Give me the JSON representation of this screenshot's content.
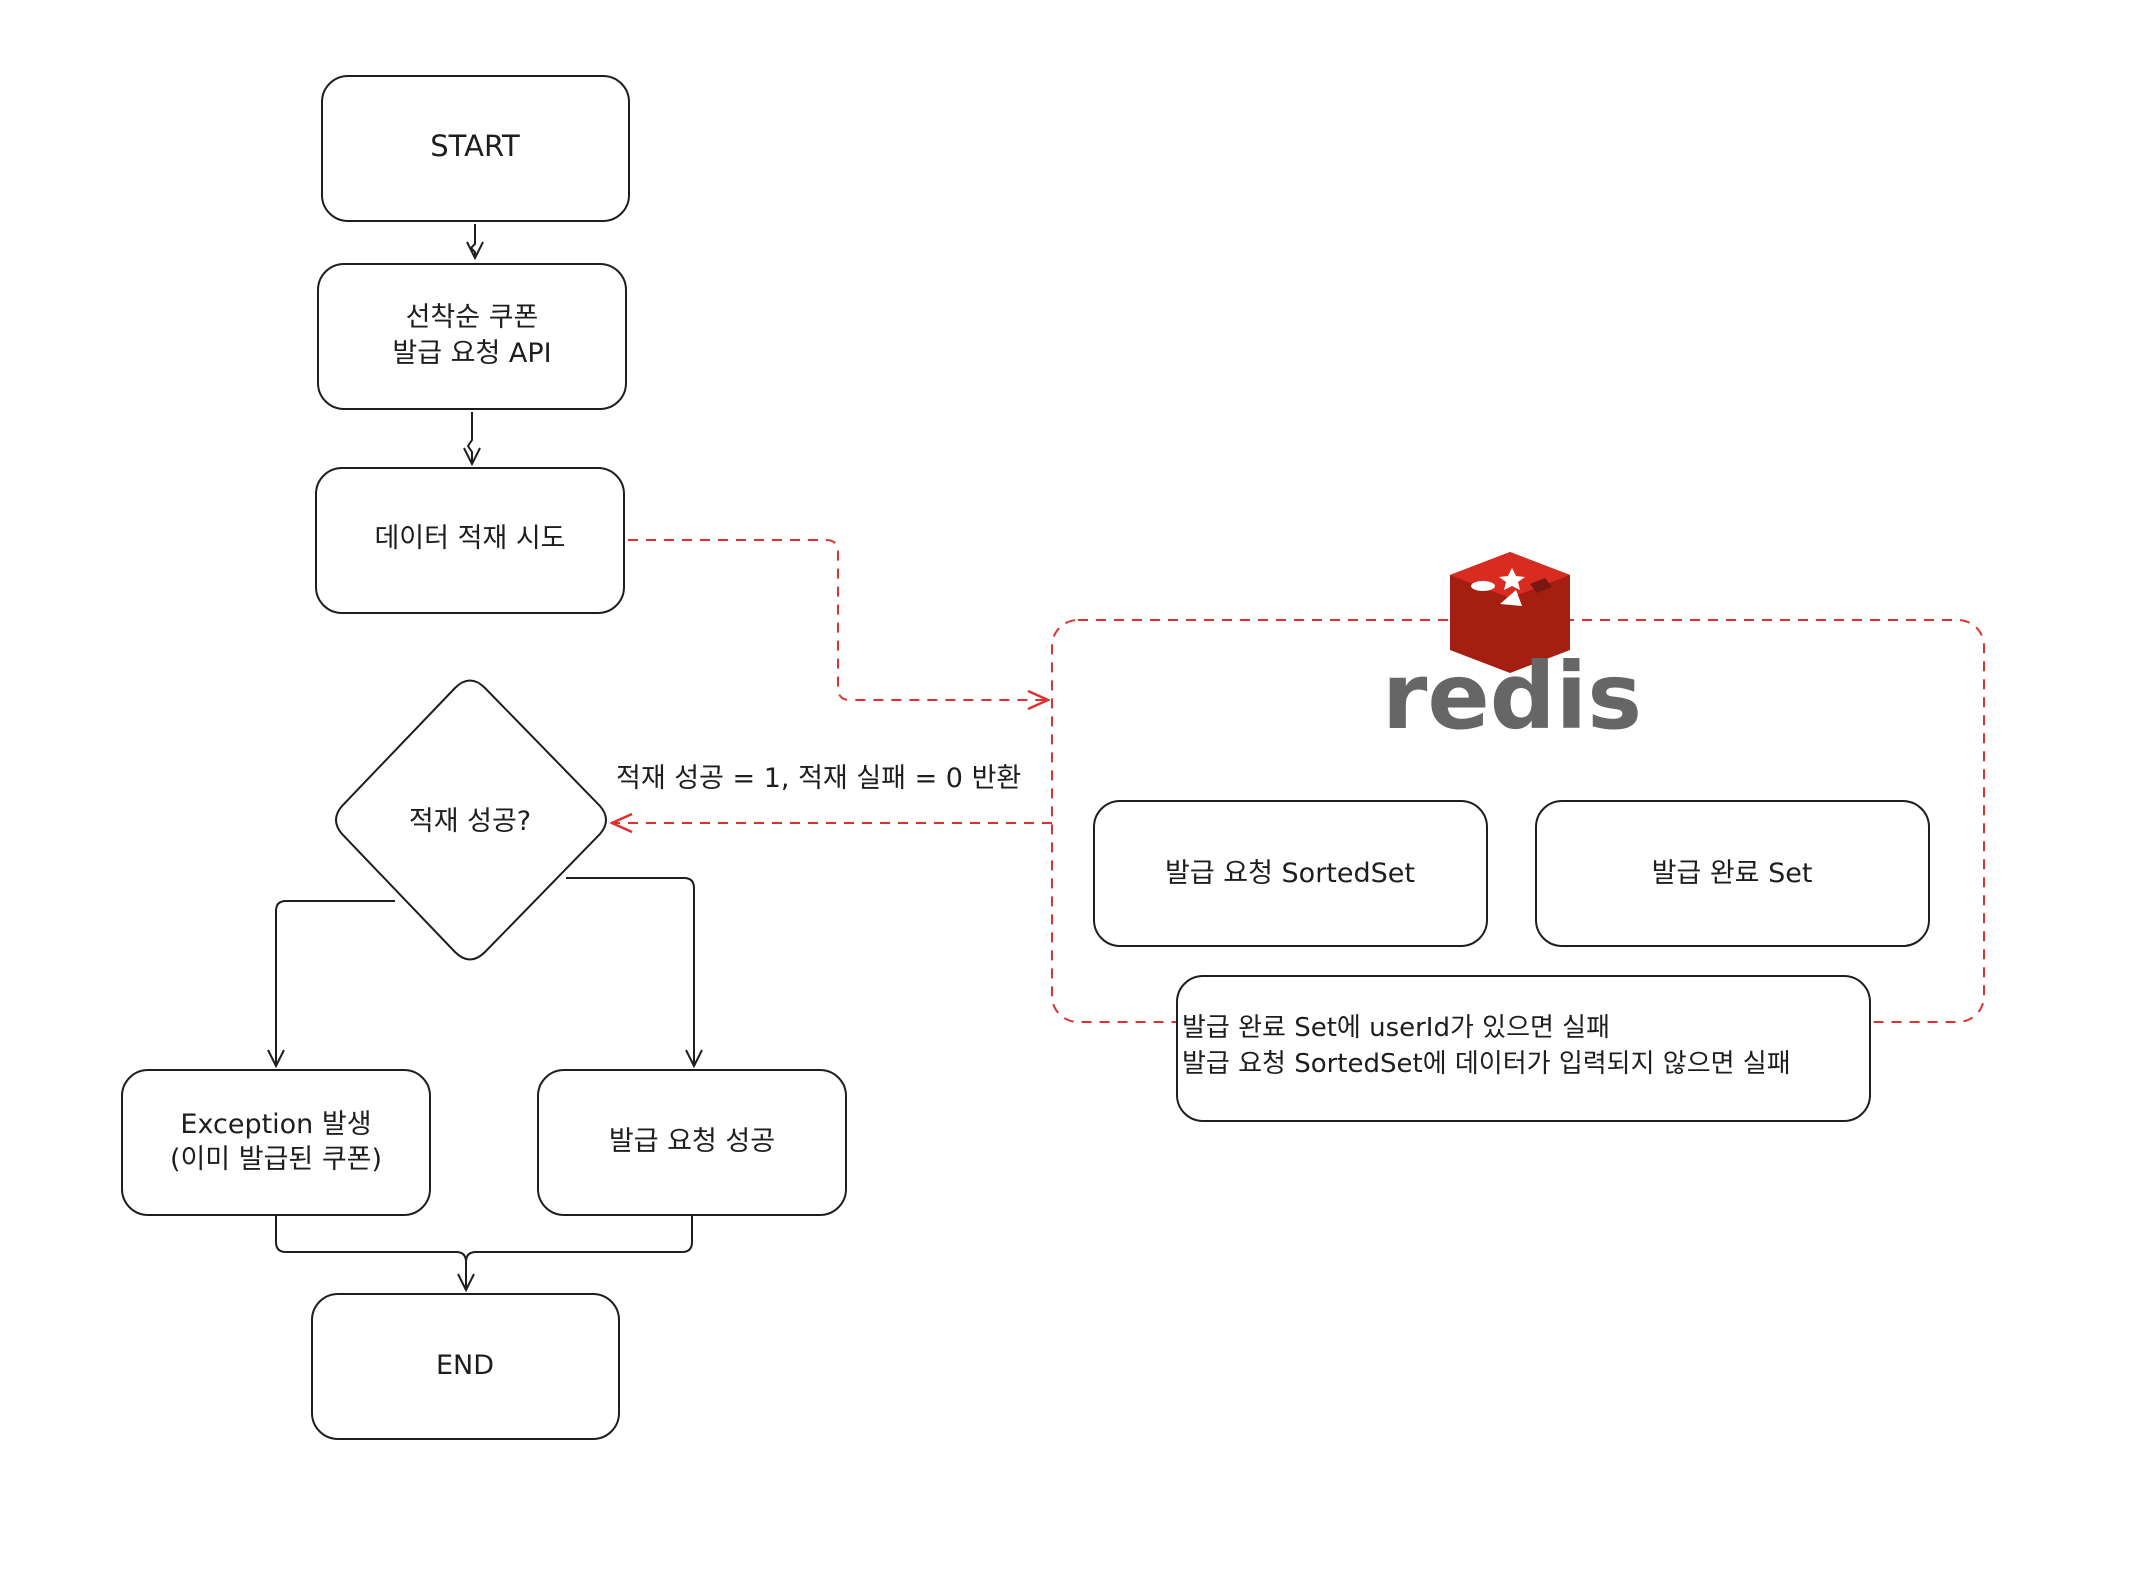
{
  "nodes": {
    "start": "START",
    "api_line1": "선착순 쿠폰",
    "api_line2": "발급 요청 API",
    "attempt": "데이터 적재 시도",
    "decision": "적재 성공?",
    "exception_line1": "Exception 발생",
    "exception_line2": "(이미 발급된 쿠폰)",
    "success": "발급 요청 성공",
    "end": "END"
  },
  "redis": {
    "logo_text": "redis",
    "sorted_set": "발급 요청 SortedSet",
    "done_set": "발급 완료 Set",
    "note_line1": "발급 완료 Set에 userId가 있으면 실패",
    "note_line2": "발급 요청 SortedSet에 데이터가 입력되지 않으면 실패"
  },
  "edges": {
    "return_label": "적재 성공 = 1, 적재 실패 = 0 반환"
  },
  "colors": {
    "stroke": "#1e1e1e",
    "dashed": "#e03131",
    "redis_red": "#d82c20",
    "redis_dark_red": "#a41e11",
    "redis_gray": "#666666"
  }
}
